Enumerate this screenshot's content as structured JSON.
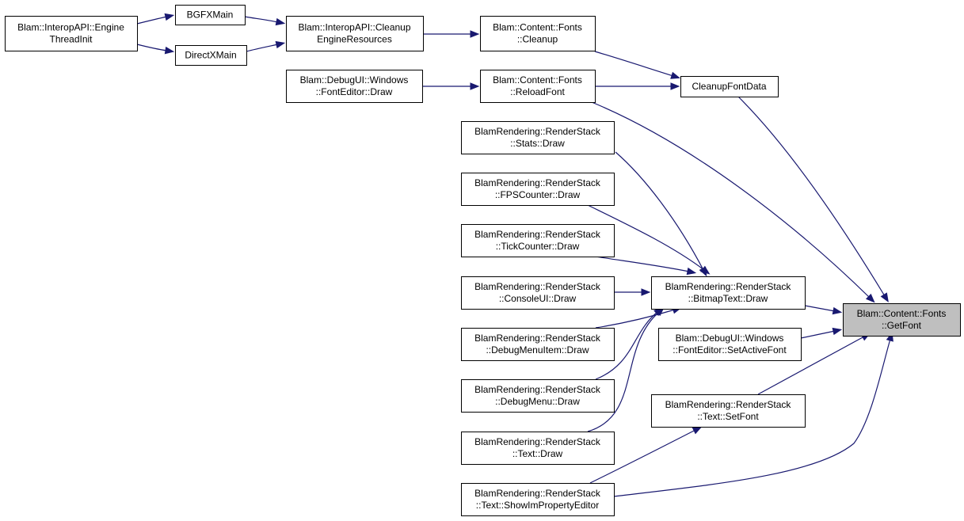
{
  "nodes": {
    "engine_threadinit": [
      "Blam::InteropAPI::Engine",
      "ThreadInit"
    ],
    "bgfxmain": [
      "BGFXMain"
    ],
    "directxmain": [
      "DirectXMain"
    ],
    "cleanup_engine_resources": [
      "Blam::InteropAPI::Cleanup",
      "EngineResources"
    ],
    "fonts_cleanup": [
      "Blam::Content::Fonts",
      "::Cleanup"
    ],
    "fonteditor_draw": [
      "Blam::DebugUI::Windows",
      "::FontEditor::Draw"
    ],
    "fonts_reloadfont": [
      "Blam::Content::Fonts",
      "::ReloadFont"
    ],
    "cleanupfontdata": [
      "CleanupFontData"
    ],
    "stats_draw": [
      "BlamRendering::RenderStack",
      "::Stats::Draw"
    ],
    "fpscounter_draw": [
      "BlamRendering::RenderStack",
      "::FPSCounter::Draw"
    ],
    "tickcounter_draw": [
      "BlamRendering::RenderStack",
      "::TickCounter::Draw"
    ],
    "consoleui_draw": [
      "BlamRendering::RenderStack",
      "::ConsoleUI::Draw"
    ],
    "debugmenuitem_draw": [
      "BlamRendering::RenderStack",
      "::DebugMenuItem::Draw"
    ],
    "debugmenu_draw": [
      "BlamRendering::RenderStack",
      "::DebugMenu::Draw"
    ],
    "text_draw": [
      "BlamRendering::RenderStack",
      "::Text::Draw"
    ],
    "text_showimpropertyeditor": [
      "BlamRendering::RenderStack",
      "::Text::ShowImPropertyEditor"
    ],
    "bitmaptext_draw": [
      "BlamRendering::RenderStack",
      "::BitmapText::Draw"
    ],
    "fonteditor_setactivefont": [
      "Blam::DebugUI::Windows",
      "::FontEditor::SetActiveFont"
    ],
    "text_setfont": [
      "BlamRendering::RenderStack",
      "::Text::SetFont"
    ],
    "fonts_getfont": [
      "Blam::Content::Fonts",
      "::GetFont"
    ]
  },
  "highlighted": "fonts_getfont",
  "edges": [
    [
      "engine_threadinit",
      "bgfxmain"
    ],
    [
      "engine_threadinit",
      "directxmain"
    ],
    [
      "bgfxmain",
      "cleanup_engine_resources"
    ],
    [
      "directxmain",
      "cleanup_engine_resources"
    ],
    [
      "cleanup_engine_resources",
      "fonts_cleanup"
    ],
    [
      "fonts_cleanup",
      "cleanupfontdata"
    ],
    [
      "fonteditor_draw",
      "fonts_reloadfont"
    ],
    [
      "fonts_reloadfont",
      "cleanupfontdata"
    ],
    [
      "fonts_reloadfont",
      "fonts_getfont"
    ],
    [
      "cleanupfontdata",
      "fonts_getfont"
    ],
    [
      "stats_draw",
      "bitmaptext_draw"
    ],
    [
      "fpscounter_draw",
      "bitmaptext_draw"
    ],
    [
      "tickcounter_draw",
      "bitmaptext_draw"
    ],
    [
      "consoleui_draw",
      "bitmaptext_draw"
    ],
    [
      "debugmenuitem_draw",
      "bitmaptext_draw"
    ],
    [
      "debugmenu_draw",
      "bitmaptext_draw"
    ],
    [
      "text_draw",
      "bitmaptext_draw"
    ],
    [
      "bitmaptext_draw",
      "fonts_getfont"
    ],
    [
      "fonteditor_setactivefont",
      "fonts_getfont"
    ],
    [
      "text_setfont",
      "fonts_getfont"
    ],
    [
      "text_showimpropertyeditor",
      "text_setfont"
    ],
    [
      "text_showimpropertyeditor",
      "fonts_getfont"
    ]
  ]
}
